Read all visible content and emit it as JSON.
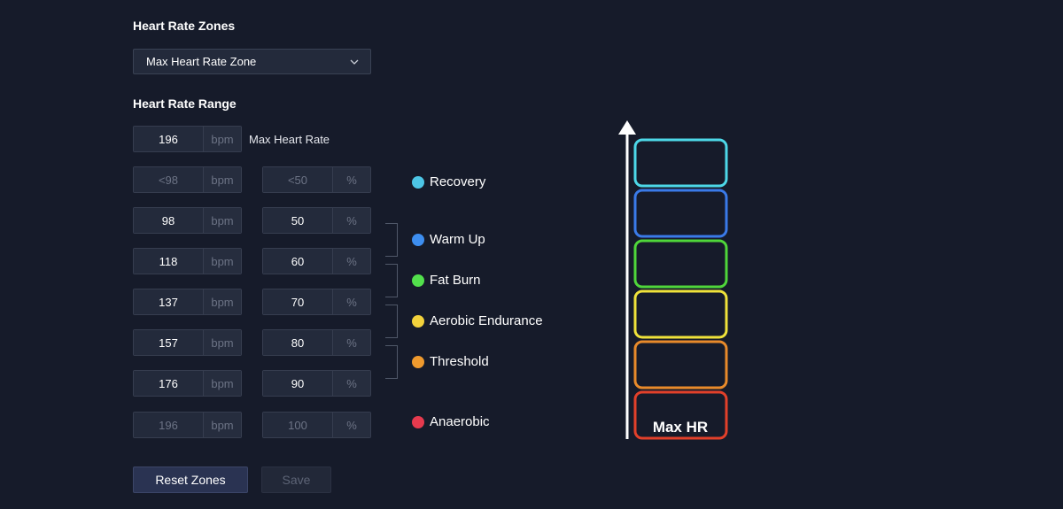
{
  "titles": {
    "zones": "Heart Rate Zones",
    "range": "Heart Rate Range"
  },
  "zone_select": {
    "value": "Max Heart Rate Zone"
  },
  "units": {
    "bpm": "bpm",
    "pct": "%"
  },
  "max_hr": {
    "value": "196",
    "label": "Max Heart Rate"
  },
  "rows": [
    {
      "bpm": "<98",
      "pct": "<50"
    },
    {
      "bpm": "98",
      "pct": "50"
    },
    {
      "bpm": "118",
      "pct": "60"
    },
    {
      "bpm": "137",
      "pct": "70"
    },
    {
      "bpm": "157",
      "pct": "80"
    },
    {
      "bpm": "176",
      "pct": "90"
    },
    {
      "bpm": "196",
      "pct": "100"
    }
  ],
  "zones": [
    {
      "label": "Recovery",
      "color": "#4dc6e6"
    },
    {
      "label": "Warm Up",
      "color": "#3d8ef0"
    },
    {
      "label": "Fat Burn",
      "color": "#52e04c"
    },
    {
      "label": "Aerobic Endurance",
      "color": "#f2d23c"
    },
    {
      "label": "Threshold",
      "color": "#ef9a2e"
    },
    {
      "label": "Anaerobic",
      "color": "#e63a4e"
    }
  ],
  "diagram": {
    "max_label": "Max HR",
    "box_colors": [
      "#4dd8e8",
      "#3a7ae8",
      "#4fd63a",
      "#efe23a",
      "#e88a2a",
      "#e2402a"
    ]
  },
  "buttons": {
    "reset": "Reset Zones",
    "save": "Save"
  }
}
